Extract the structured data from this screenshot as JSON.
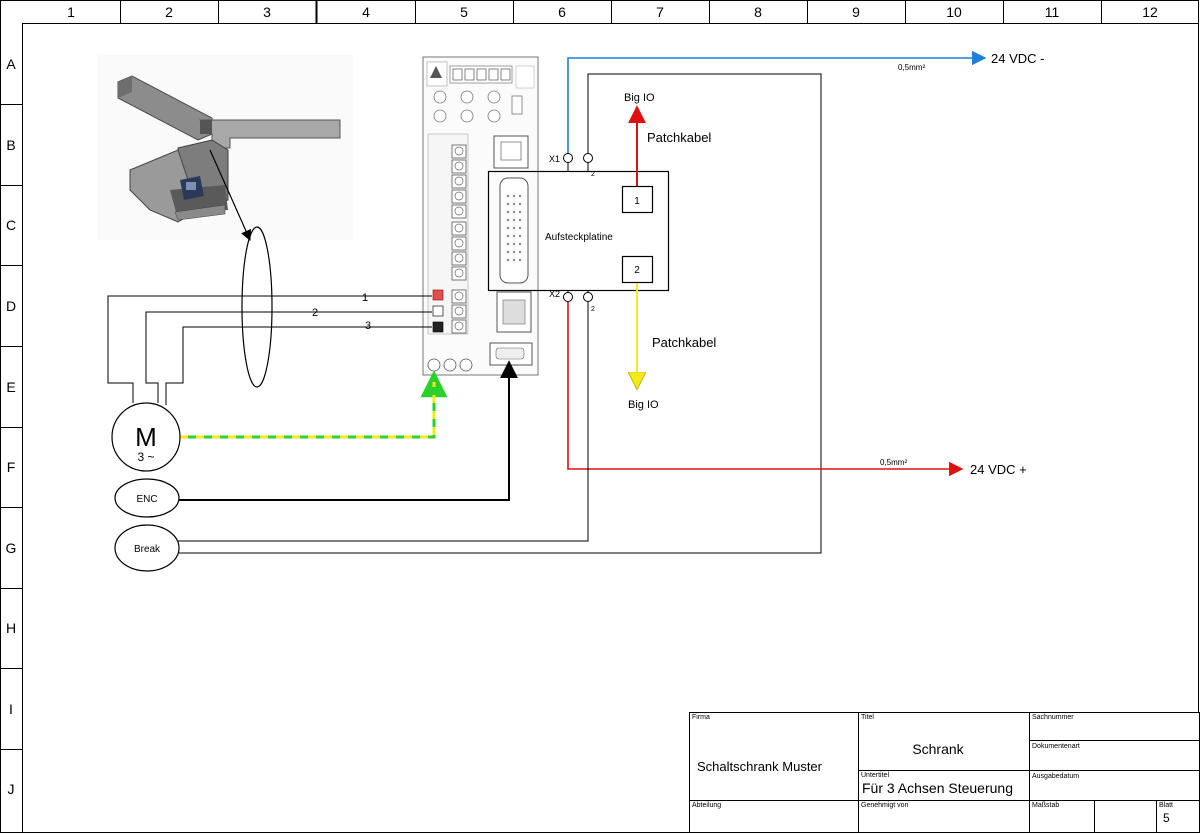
{
  "grid": {
    "columns": [
      "1",
      "2",
      "3",
      "4",
      "5",
      "6",
      "7",
      "8",
      "9",
      "10",
      "11",
      "12"
    ],
    "rows": [
      "A",
      "B",
      "C",
      "D",
      "E",
      "F",
      "G",
      "H",
      "I",
      "J"
    ]
  },
  "motor": {
    "symbol": "M",
    "phase": "3 ~"
  },
  "encoder": {
    "label": "ENC"
  },
  "brake": {
    "label": "Break"
  },
  "phase_wires": [
    "1",
    "2",
    "3"
  ],
  "board": {
    "label": "Aufsteckplatine",
    "slot1": "1",
    "slot2": "2",
    "x1": "X1",
    "x2": "X2",
    "pin2_top": "2",
    "pin2_bottom": "2"
  },
  "signals": {
    "patch_top": "Patchkabel",
    "patch_bottom": "Patchkabel",
    "sig_top": "Big IO",
    "sig_bottom": "Big IO",
    "cross_top": "0,5mm²",
    "cross_bottom": "0,5mm²",
    "vdc_minus": "24 VDC -",
    "vdc_plus": "24 VDC +"
  },
  "colors": {
    "blue_wire": "#1f7fd6",
    "red_wire": "#e01010",
    "yellow_wire": "#f2ea1a",
    "green_wire": "#2bd12b"
  },
  "titleblock": {
    "firma_label": "Firma",
    "firma_value": "Schaltschrank Muster",
    "titel_label": "Titel",
    "titel_value": "Schrank",
    "unter_label": "Untertitel",
    "unter_value": "Für 3 Achsen Steuerung",
    "abteilung_label": "Abteilung",
    "genehmigt_label": "Genehmigt von",
    "sachnr_label": "Sachnummer",
    "dokart_label": "Dokumentenart",
    "ausgabe_label": "Ausgabedatum",
    "massstab_label": "Maßstab",
    "blatt_label": "Blatt",
    "blatt_value": "5"
  }
}
